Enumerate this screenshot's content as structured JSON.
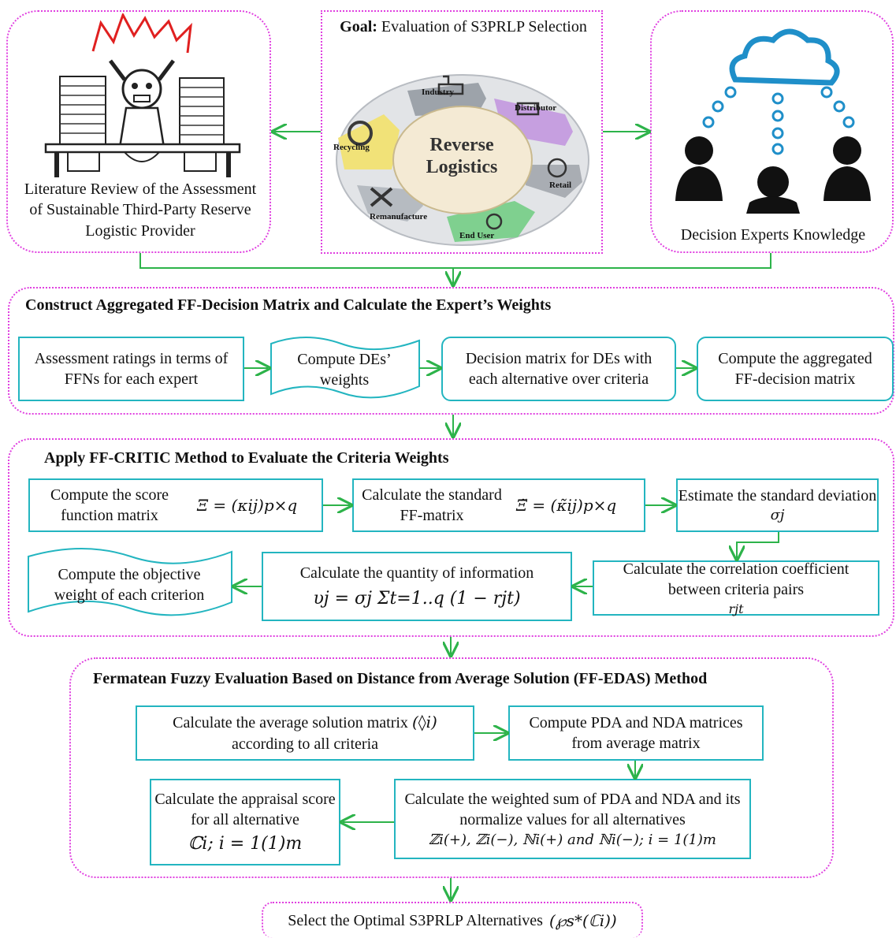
{
  "top": {
    "literature": "Literature Review of the Assessment of Sustainable Third-Party Reserve Logistic Provider",
    "goal_bold": "Goal:",
    "goal_text": "Evaluation of S3PRLP Selection",
    "wheel": {
      "center_line1": "Reverse",
      "center_line2": "Logistics",
      "industry": "Industry",
      "distributor": "Distributor",
      "retail": "Retail",
      "end_user": "End User",
      "remanufacture": "Remanufacture",
      "recycling": "Recycling"
    },
    "experts": "Decision Experts Knowledge"
  },
  "section1": {
    "title": "Construct Aggregated FF-Decision Matrix and Calculate the Expert’s Weights",
    "box1": "Assessment ratings in terms of FFNs for each expert",
    "box2": "Compute DEs’ weights",
    "box3": "Decision matrix for DEs with each alternative over criteria",
    "box4": "Compute the aggregated FF-decision matrix"
  },
  "section2": {
    "title": "Apply FF-CRITIC Method to Evaluate the Criteria Weights",
    "box1": "Compute the score function matrix",
    "box1_formula": "Ξ = (κij)p×q",
    "box2": "Calculate the standard FF-matrix",
    "box2_formula": "Ξ̃ = (κ̃ij)p×q",
    "box3": "Estimate the standard deviation",
    "box3_symbol": "σj",
    "box4": "Calculate the correlation coefficient between criteria pairs",
    "box4_symbol": "rjt",
    "box5": "Calculate the quantity of information",
    "box5_formula": "υj = σj Σt=1..q (1 − rjt)",
    "box6": "Compute the objective weight of each criterion"
  },
  "section3": {
    "title": "Fermatean Fuzzy Evaluation Based on Distance from Average Solution (FF-EDAS) Method",
    "box1": "Calculate the average solution matrix",
    "box1_symbol": "(◊i)",
    "box1_line2": "according to all criteria",
    "box2": "Compute PDA and NDA matrices from average matrix",
    "box3": "Calculate the weighted sum of PDA and NDA and its normalize values for all alternatives",
    "box3_formula": "ℤi(+), ℤi(−), ℕi(+) and ℕi(−); i = 1(1)m",
    "box4": "Calculate the appraisal score for all alternative",
    "box4_formula": "ℂi; i = 1(1)m"
  },
  "final": {
    "text": "Select the Optimal S3PRLP Alternatives",
    "formula": "(℘s*(ℂi))"
  },
  "colors": {
    "dotted": "#e040e0",
    "teal": "#23b5c0",
    "arrow": "#2db34a"
  }
}
